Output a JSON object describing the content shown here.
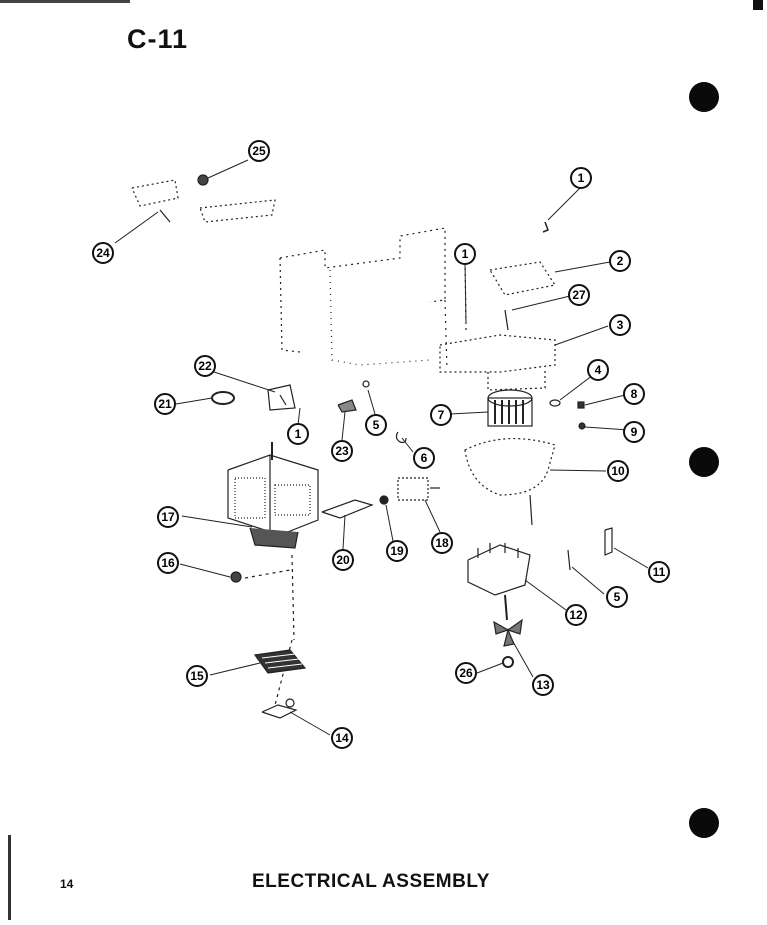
{
  "header": {
    "code": "C-11"
  },
  "footer": {
    "page_number": "14",
    "title": "ELECTRICAL ASSEMBLY"
  },
  "callouts": [
    {
      "id": "c25",
      "label": "25",
      "name": "callout-25"
    },
    {
      "id": "c24",
      "label": "24",
      "name": "callout-24"
    },
    {
      "id": "c1a",
      "label": "1",
      "name": "callout-1-top-right"
    },
    {
      "id": "c1b",
      "label": "1",
      "name": "callout-1-center"
    },
    {
      "id": "c2",
      "label": "2",
      "name": "callout-2"
    },
    {
      "id": "c27",
      "label": "27",
      "name": "callout-27"
    },
    {
      "id": "c3",
      "label": "3",
      "name": "callout-3"
    },
    {
      "id": "c22",
      "label": "22",
      "name": "callout-22"
    },
    {
      "id": "c21",
      "label": "21",
      "name": "callout-21"
    },
    {
      "id": "c1c",
      "label": "1",
      "name": "callout-1-left"
    },
    {
      "id": "c23",
      "label": "23",
      "name": "callout-23"
    },
    {
      "id": "c5a",
      "label": "5",
      "name": "callout-5-center"
    },
    {
      "id": "c4",
      "label": "4",
      "name": "callout-4"
    },
    {
      "id": "c8",
      "label": "8",
      "name": "callout-8"
    },
    {
      "id": "c7",
      "label": "7",
      "name": "callout-7"
    },
    {
      "id": "c9",
      "label": "9",
      "name": "callout-9"
    },
    {
      "id": "c6",
      "label": "6",
      "name": "callout-6"
    },
    {
      "id": "c10",
      "label": "10",
      "name": "callout-10"
    },
    {
      "id": "c17",
      "label": "17",
      "name": "callout-17"
    },
    {
      "id": "c20",
      "label": "20",
      "name": "callout-20"
    },
    {
      "id": "c19",
      "label": "19",
      "name": "callout-19"
    },
    {
      "id": "c18",
      "label": "18",
      "name": "callout-18"
    },
    {
      "id": "c16",
      "label": "16",
      "name": "callout-16"
    },
    {
      "id": "c11",
      "label": "11",
      "name": "callout-11"
    },
    {
      "id": "c5b",
      "label": "5",
      "name": "callout-5-right"
    },
    {
      "id": "c12",
      "label": "12",
      "name": "callout-12"
    },
    {
      "id": "c15",
      "label": "15",
      "name": "callout-15"
    },
    {
      "id": "c26",
      "label": "26",
      "name": "callout-26"
    },
    {
      "id": "c13",
      "label": "13",
      "name": "callout-13"
    },
    {
      "id": "c14",
      "label": "14",
      "name": "callout-14"
    }
  ]
}
